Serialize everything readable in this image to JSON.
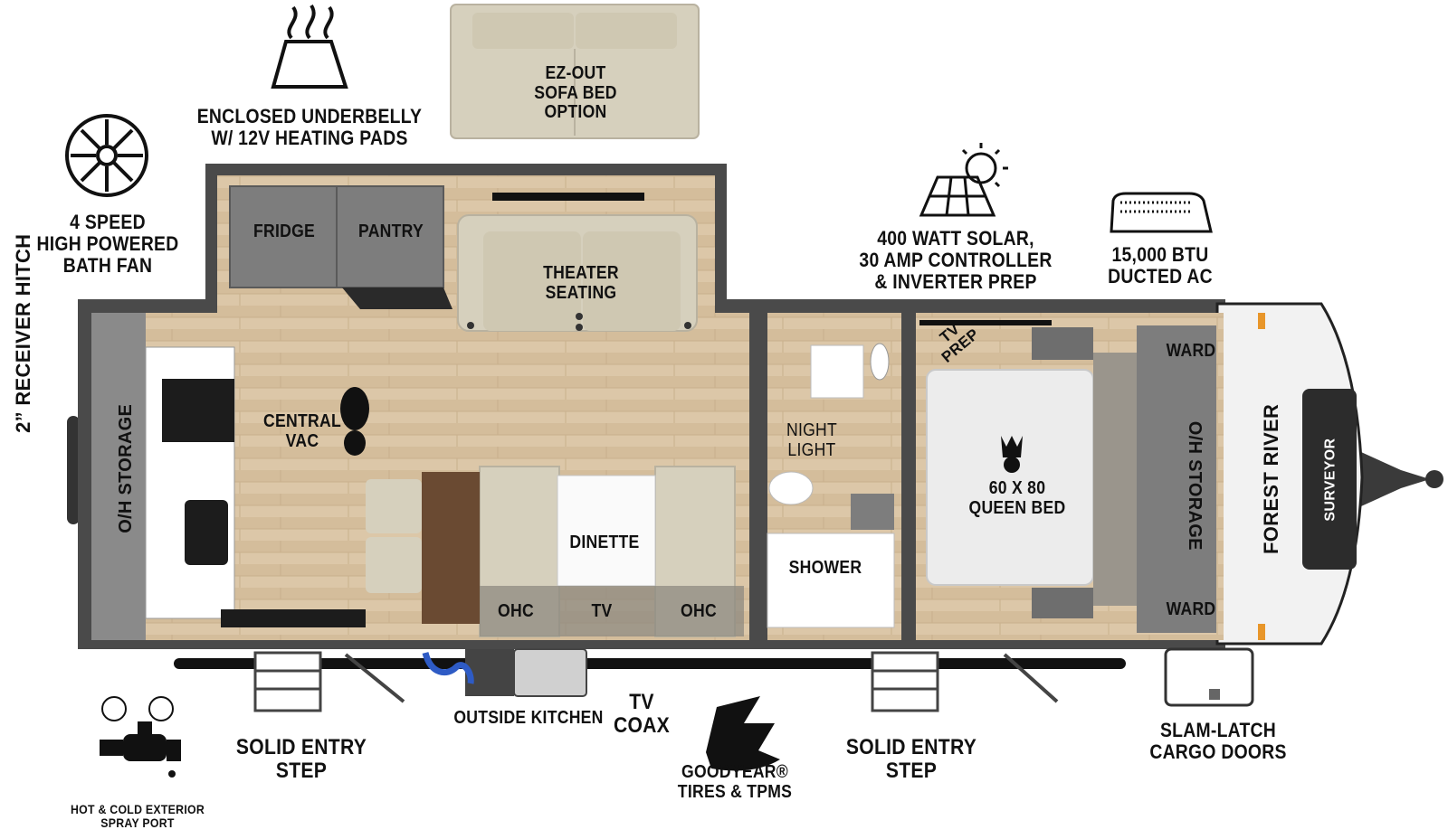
{
  "features": {
    "underbelly": "ENCLOSED UNDERBELLY\nW/ 12V HEATING PADS",
    "bath_fan": "4 SPEED\nHIGH POWERED\nBATH FAN",
    "receiver_hitch": "2” RECEIVER\nHITCH",
    "solar": "400 WATT SOLAR,\n30 AMP CONTROLLER\n& INVERTER PREP",
    "ac": "15,000 BTU\nDUCTED AC",
    "sofa_bed": "EZ-OUT\nSOFA BED\nOPTION",
    "spray_port": "HOT & COLD EXTERIOR\nSPRAY PORT",
    "entry_step_left": "SOLID ENTRY\nSTEP",
    "entry_step_right": "SOLID ENTRY\nSTEP",
    "outside_kitchen": "OUTSIDE KITCHEN",
    "tv_coax": "TV\nCOAX",
    "tires": "GOODYEAR®\nTIRES & TPMS",
    "cargo_doors": "SLAM-LATCH\nCARGO DOORS"
  },
  "rooms": {
    "fridge": "FRIDGE",
    "pantry": "PANTRY",
    "theater_seating": "THEATER\nSEATING",
    "oh_storage_left": "O/H STORAGE",
    "central_vac": "CENTRAL\nVAC",
    "dinette": "DINETTE",
    "ohc_left": "OHC",
    "tv": "TV",
    "ohc_right": "OHC",
    "night_light": "NIGHT\nLIGHT",
    "shower": "SHOWER",
    "tv_prep": "TV\nPREP",
    "bed": "60 X 80\nQUEEN BED",
    "ward_top": "WARD",
    "ward_bottom": "WARD",
    "oh_storage_right": "O/H STORAGE"
  },
  "branding": {
    "maker": "FOREST RIVER",
    "model": "SURVEYOR"
  },
  "colors": {
    "wall": "#4a4a4a",
    "floor_wood": "#d9c4a6",
    "cabinet": "#7d7d7d",
    "upholstery": "#d6d0bd",
    "bed": "#ececec",
    "frame": "#111111"
  }
}
